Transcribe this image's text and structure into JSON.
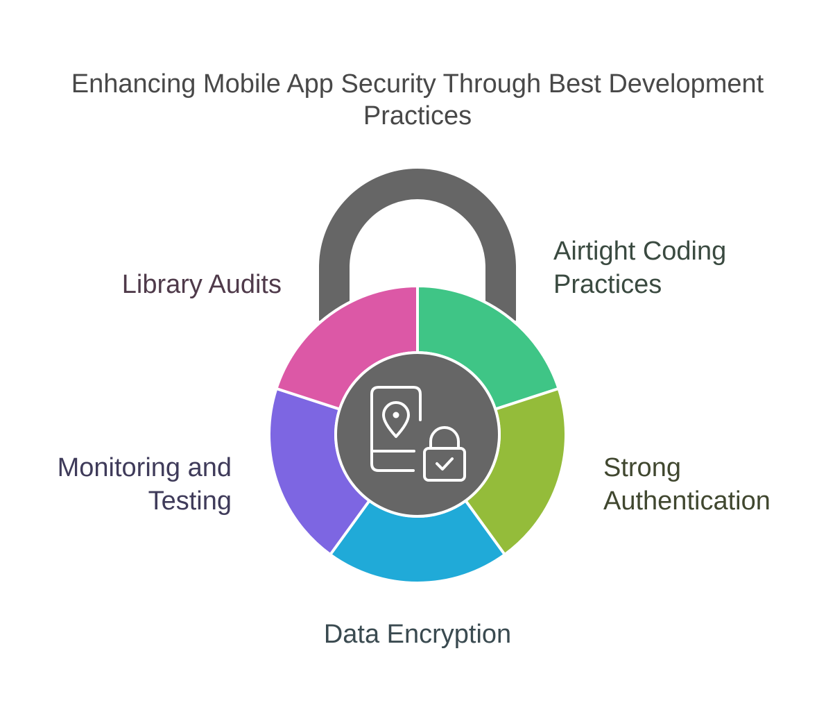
{
  "title": {
    "line1": "Enhancing Mobile App Security Through Best Development",
    "line2": "Practices"
  },
  "segments": [
    {
      "id": "airtight",
      "lines": [
        "Airtight Coding",
        "Practices"
      ],
      "color": "#3fc586"
    },
    {
      "id": "strong",
      "lines": [
        "Strong",
        "Authentication"
      ],
      "color": "#94bc3a"
    },
    {
      "id": "data",
      "lines": [
        "Data Encryption"
      ],
      "color": "#20aad8"
    },
    {
      "id": "monitor",
      "lines": [
        "Monitoring and",
        "Testing"
      ],
      "color": "#7d66e2"
    },
    {
      "id": "library",
      "lines": [
        "Library Audits"
      ],
      "color": "#dc58a6"
    }
  ],
  "colors": {
    "shackle": "#666666",
    "center": "#666666",
    "icon_stroke": "#ffffff"
  },
  "center_icon": "phone-location-lock-icon"
}
